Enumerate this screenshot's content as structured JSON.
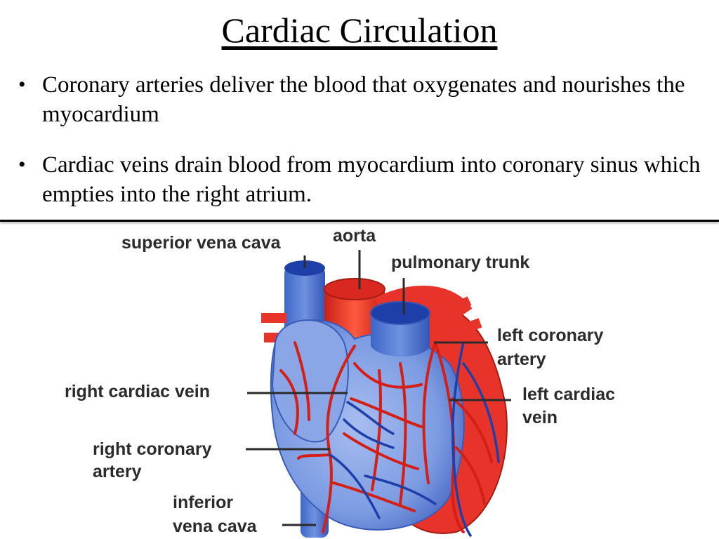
{
  "title": "Cardiac Circulation",
  "bullets": [
    "Coronary arteries deliver the blood that oxygenates and nourishes the myocardium",
    "Cardiac veins drain blood from myocardium into coronary sinus which empties into the right atrium."
  ],
  "diagram": {
    "labels": {
      "superior_vena_cava": "superior vena cava",
      "aorta": "aorta",
      "pulmonary_trunk": "pulmonary trunk",
      "left_coronary_artery": [
        "left coronary",
        "artery"
      ],
      "right_cardiac_vein": "right cardiac vein",
      "left_cardiac_vein": [
        "left cardiac",
        "vein"
      ],
      "right_coronary_artery": [
        "right coronary",
        "artery"
      ],
      "inferior_vena_cava": [
        "inferior",
        "vena cava"
      ]
    },
    "colors": {
      "vein_blue": "#6b8fdc",
      "vein_dark": "#1e3fa8",
      "artery_red": "#e8332a",
      "artery_dark": "#b51f18",
      "label_text": "#2b2b2b"
    }
  }
}
